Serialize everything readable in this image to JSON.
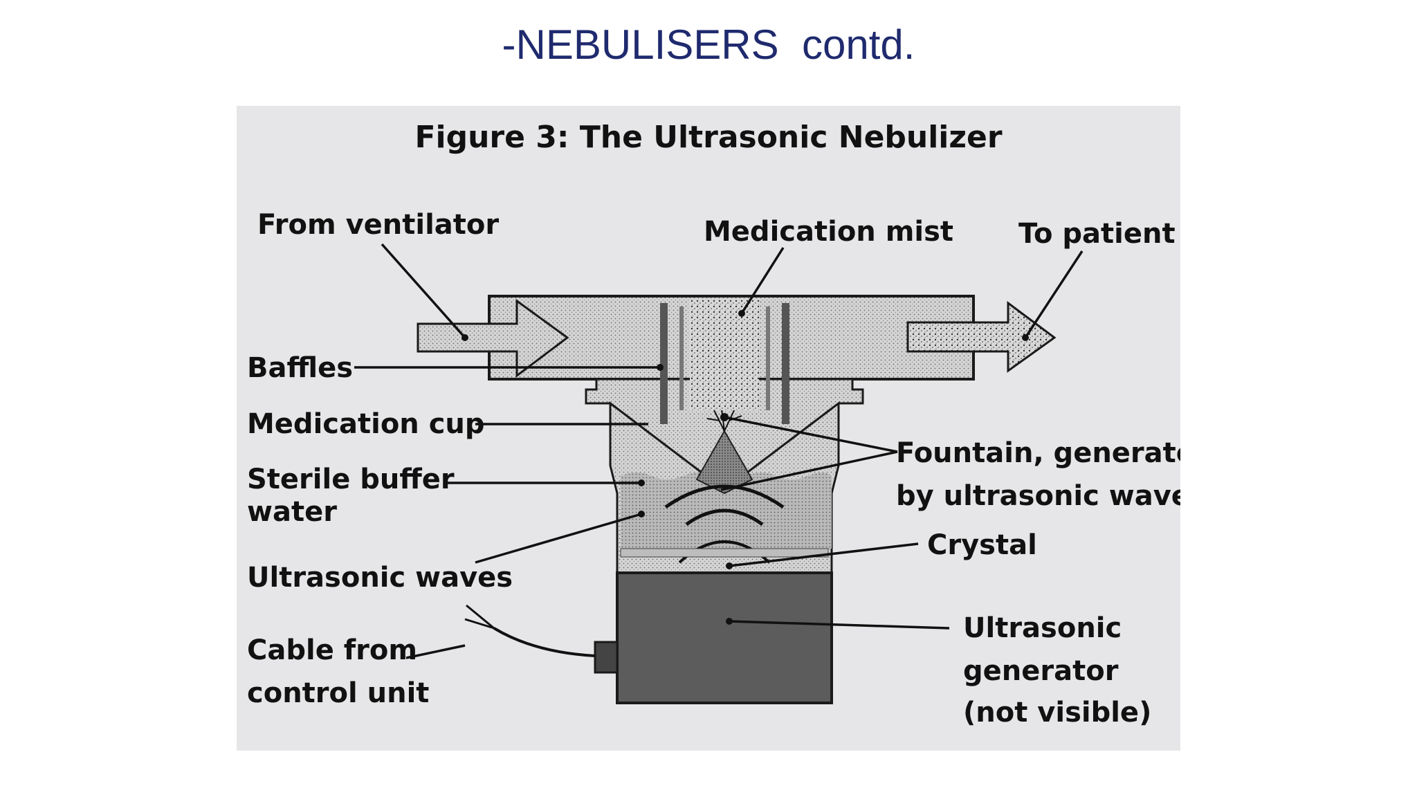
{
  "slide": {
    "title": "-NEBULISERS  contd."
  },
  "figure": {
    "title": "Figure 3: The Ultrasonic Nebulizer",
    "labels": {
      "from_ventilator": "From ventilator",
      "medication_mist": "Medication mist",
      "to_patient": "To patient",
      "baffles": "Baffles",
      "medication_cup": "Medication cup",
      "sterile_buffer_water_1": "Sterile buffer",
      "sterile_buffer_water_2": "water",
      "fountain_1": "Fountain, generated",
      "fountain_2": "by ultrasonic waves",
      "crystal": "Crystal",
      "ultrasonic_waves": "Ultrasonic waves",
      "cable_1": "Cable from",
      "cable_2": "control unit",
      "generator_1": "Ultrasonic",
      "generator_2": "generator",
      "generator_3": "(not visible)"
    },
    "colors": {
      "panel_bg": "#e6e6e8",
      "chamber_fill": "#c9c9c9",
      "generator_fill": "#5c5c5c",
      "outline": "#1a1a1a"
    }
  }
}
